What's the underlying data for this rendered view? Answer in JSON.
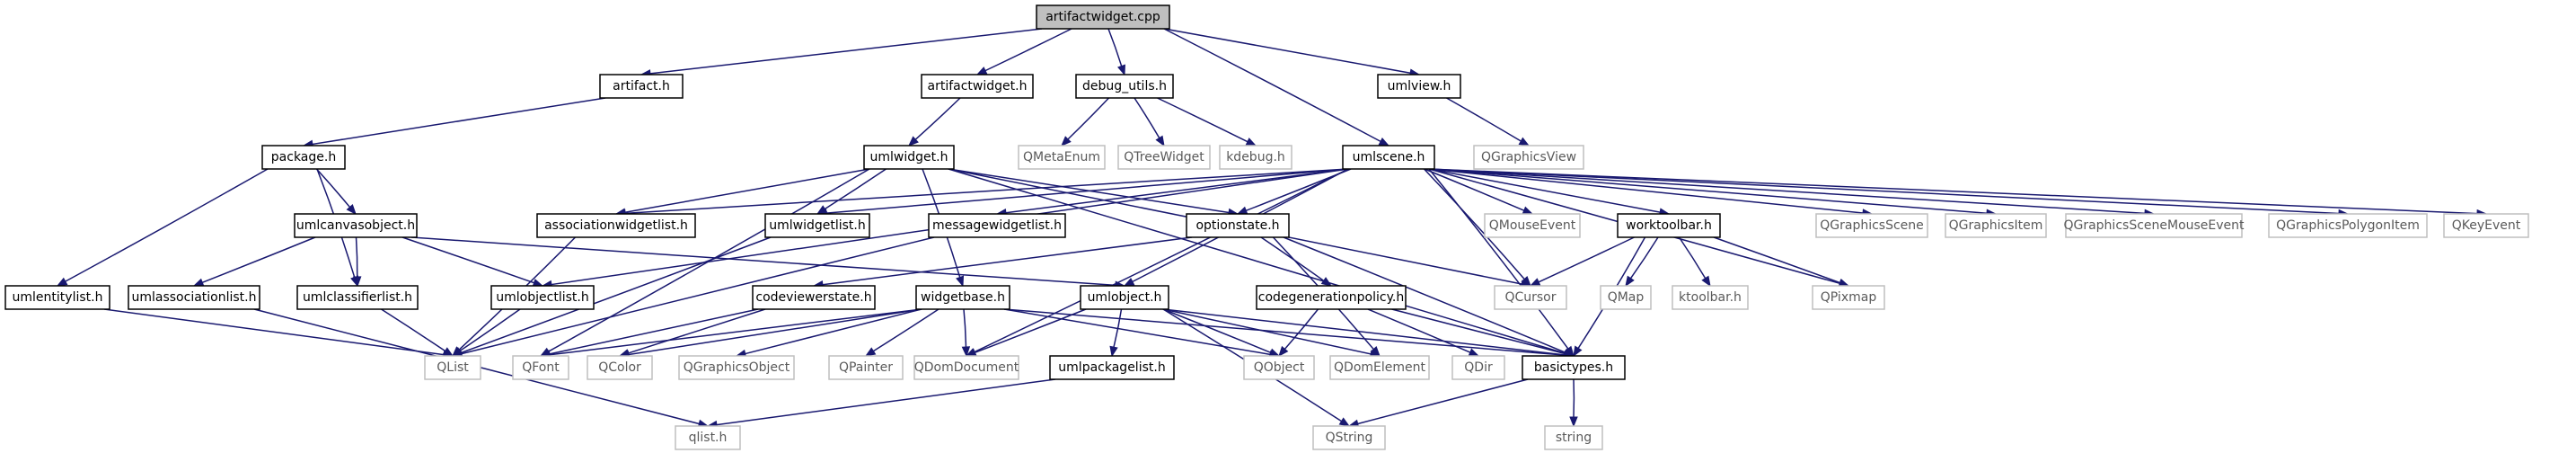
{
  "diagram": {
    "type": "include-dependency-graph",
    "colors": {
      "edge": "#191970",
      "root_fill": "#bfbfbf",
      "internal_border": "#000000",
      "external_border": "#bfbfbf",
      "external_text": "#5a5a5a"
    },
    "nodes": [
      {
        "id": "root",
        "label": "artifactwidget.cpp",
        "kind": "root"
      },
      {
        "id": "artifact_h",
        "label": "artifact.h",
        "kind": "internal"
      },
      {
        "id": "artifactwidget_h",
        "label": "artifactwidget.h",
        "kind": "internal"
      },
      {
        "id": "debug_utils_h",
        "label": "debug_utils.h",
        "kind": "internal"
      },
      {
        "id": "umlview_h",
        "label": "umlview.h",
        "kind": "internal"
      },
      {
        "id": "QMetaEnum",
        "label": "QMetaEnum",
        "kind": "external"
      },
      {
        "id": "QTreeWidget",
        "label": "QTreeWidget",
        "kind": "external"
      },
      {
        "id": "kdebug_h",
        "label": "kdebug.h",
        "kind": "external"
      },
      {
        "id": "QGraphicsView",
        "label": "QGraphicsView",
        "kind": "external"
      },
      {
        "id": "package_h",
        "label": "package.h",
        "kind": "internal"
      },
      {
        "id": "umlwidget_h",
        "label": "umlwidget.h",
        "kind": "internal"
      },
      {
        "id": "umlscene_h",
        "label": "umlscene.h",
        "kind": "internal"
      },
      {
        "id": "umlcanvasobject_h",
        "label": "umlcanvasobject.h",
        "kind": "internal"
      },
      {
        "id": "associationwidgetlist_h",
        "label": "associationwidgetlist.h",
        "kind": "internal"
      },
      {
        "id": "umlwidgetlist_h",
        "label": "umlwidgetlist.h",
        "kind": "internal"
      },
      {
        "id": "messagewidgetlist_h",
        "label": "messagewidgetlist.h",
        "kind": "internal"
      },
      {
        "id": "optionstate_h",
        "label": "optionstate.h",
        "kind": "internal"
      },
      {
        "id": "QMouseEvent",
        "label": "QMouseEvent",
        "kind": "external"
      },
      {
        "id": "worktoolbar_h",
        "label": "worktoolbar.h",
        "kind": "internal"
      },
      {
        "id": "QGraphicsScene",
        "label": "QGraphicsScene",
        "kind": "external"
      },
      {
        "id": "QGraphicsItem",
        "label": "QGraphicsItem",
        "kind": "external"
      },
      {
        "id": "QGraphicsSceneMouseEvent",
        "label": "QGraphicsSceneMouseEvent",
        "kind": "external"
      },
      {
        "id": "QGraphicsPolygonItem",
        "label": "QGraphicsPolygonItem",
        "kind": "external"
      },
      {
        "id": "QKeyEvent",
        "label": "QKeyEvent",
        "kind": "external"
      },
      {
        "id": "umlentitylist_h",
        "label": "umlentitylist.h",
        "kind": "internal"
      },
      {
        "id": "umlassociationlist_h",
        "label": "umlassociationlist.h",
        "kind": "internal"
      },
      {
        "id": "umlclassifierlist_h",
        "label": "umlclassifierlist.h",
        "kind": "internal"
      },
      {
        "id": "umlobjectlist_h",
        "label": "umlobjectlist.h",
        "kind": "internal"
      },
      {
        "id": "codeviewerstate_h",
        "label": "codeviewerstate.h",
        "kind": "internal"
      },
      {
        "id": "widgetbase_h",
        "label": "widgetbase.h",
        "kind": "internal"
      },
      {
        "id": "umlobject_h",
        "label": "umlobject.h",
        "kind": "internal"
      },
      {
        "id": "codegenerationpolicy_h",
        "label": "codegenerationpolicy.h",
        "kind": "internal"
      },
      {
        "id": "QCursor",
        "label": "QCursor",
        "kind": "external"
      },
      {
        "id": "QMap",
        "label": "QMap",
        "kind": "external"
      },
      {
        "id": "ktoolbar_h",
        "label": "ktoolbar.h",
        "kind": "external"
      },
      {
        "id": "QPixmap",
        "label": "QPixmap",
        "kind": "external"
      },
      {
        "id": "QList",
        "label": "QList",
        "kind": "external"
      },
      {
        "id": "QFont",
        "label": "QFont",
        "kind": "external"
      },
      {
        "id": "QColor",
        "label": "QColor",
        "kind": "external"
      },
      {
        "id": "QGraphicsObject",
        "label": "QGraphicsObject",
        "kind": "external"
      },
      {
        "id": "QPainter",
        "label": "QPainter",
        "kind": "external"
      },
      {
        "id": "QDomDocument",
        "label": "QDomDocument",
        "kind": "external"
      },
      {
        "id": "QObject",
        "label": "QObject",
        "kind": "external"
      },
      {
        "id": "QDomElement",
        "label": "QDomElement",
        "kind": "external"
      },
      {
        "id": "QDir",
        "label": "QDir",
        "kind": "external"
      },
      {
        "id": "basictypes_h",
        "label": "basictypes.h",
        "kind": "internal"
      },
      {
        "id": "umlpackagelist_h",
        "label": "umlpackagelist.h",
        "kind": "internal"
      },
      {
        "id": "qlist_h",
        "label": "qlist.h",
        "kind": "external"
      },
      {
        "id": "QString",
        "label": "QString",
        "kind": "external"
      },
      {
        "id": "string",
        "label": "string",
        "kind": "external"
      }
    ],
    "edges": [
      [
        "root",
        "artifact_h"
      ],
      [
        "root",
        "artifactwidget_h"
      ],
      [
        "root",
        "debug_utils_h"
      ],
      [
        "root",
        "umlview_h"
      ],
      [
        "root",
        "umlscene_h"
      ],
      [
        "artifact_h",
        "package_h"
      ],
      [
        "artifactwidget_h",
        "umlwidget_h"
      ],
      [
        "debug_utils_h",
        "QMetaEnum"
      ],
      [
        "debug_utils_h",
        "QTreeWidget"
      ],
      [
        "debug_utils_h",
        "kdebug_h"
      ],
      [
        "umlview_h",
        "QGraphicsView"
      ],
      [
        "package_h",
        "umlcanvasobject_h"
      ],
      [
        "package_h",
        "umlentitylist_h"
      ],
      [
        "package_h",
        "umlclassifierlist_h"
      ],
      [
        "umlcanvasobject_h",
        "umlassociationlist_h"
      ],
      [
        "umlcanvasobject_h",
        "umlclassifierlist_h"
      ],
      [
        "umlcanvasobject_h",
        "umlobjectlist_h"
      ],
      [
        "umlcanvasobject_h",
        "umlobject_h"
      ],
      [
        "umlwidget_h",
        "associationwidgetlist_h"
      ],
      [
        "umlwidget_h",
        "umlwidgetlist_h"
      ],
      [
        "umlwidget_h",
        "optionstate_h"
      ],
      [
        "umlwidget_h",
        "widgetbase_h"
      ],
      [
        "umlwidget_h",
        "QFont"
      ],
      [
        "umlwidget_h",
        "basictypes_h"
      ],
      [
        "umlwidget_h",
        "QCursor"
      ],
      [
        "umlscene_h",
        "associationwidgetlist_h"
      ],
      [
        "umlscene_h",
        "umlwidgetlist_h"
      ],
      [
        "umlscene_h",
        "messagewidgetlist_h"
      ],
      [
        "umlscene_h",
        "optionstate_h"
      ],
      [
        "umlscene_h",
        "QMouseEvent"
      ],
      [
        "umlscene_h",
        "worktoolbar_h"
      ],
      [
        "umlscene_h",
        "QGraphicsScene"
      ],
      [
        "umlscene_h",
        "QGraphicsItem"
      ],
      [
        "umlscene_h",
        "QGraphicsSceneMouseEvent"
      ],
      [
        "umlscene_h",
        "QGraphicsPolygonItem"
      ],
      [
        "umlscene_h",
        "QKeyEvent"
      ],
      [
        "umlscene_h",
        "umlobjectlist_h"
      ],
      [
        "umlscene_h",
        "umlobject_h"
      ],
      [
        "umlscene_h",
        "QDomDocument"
      ],
      [
        "umlscene_h",
        "QPixmap"
      ],
      [
        "umlscene_h",
        "basictypes_h"
      ],
      [
        "umlscene_h",
        "QCursor"
      ],
      [
        "associationwidgetlist_h",
        "QList"
      ],
      [
        "umlwidgetlist_h",
        "QList"
      ],
      [
        "messagewidgetlist_h",
        "QList"
      ],
      [
        "optionstate_h",
        "codeviewerstate_h"
      ],
      [
        "optionstate_h",
        "codegenerationpolicy_h"
      ],
      [
        "optionstate_h",
        "basictypes_h"
      ],
      [
        "optionstate_h",
        "QDomElement"
      ],
      [
        "worktoolbar_h",
        "QCursor"
      ],
      [
        "worktoolbar_h",
        "QMap"
      ],
      [
        "worktoolbar_h",
        "ktoolbar_h"
      ],
      [
        "worktoolbar_h",
        "QPixmap"
      ],
      [
        "worktoolbar_h",
        "basictypes_h"
      ],
      [
        "umlentitylist_h",
        "QList"
      ],
      [
        "umlassociationlist_h",
        "qlist_h"
      ],
      [
        "umlclassifierlist_h",
        "QList"
      ],
      [
        "umlobjectlist_h",
        "QList"
      ],
      [
        "codeviewerstate_h",
        "QColor"
      ],
      [
        "codeviewerstate_h",
        "QFont"
      ],
      [
        "widgetbase_h",
        "QColor"
      ],
      [
        "widgetbase_h",
        "QFont"
      ],
      [
        "widgetbase_h",
        "QGraphicsObject"
      ],
      [
        "widgetbase_h",
        "QPainter"
      ],
      [
        "widgetbase_h",
        "QDomDocument"
      ],
      [
        "widgetbase_h",
        "QObject"
      ],
      [
        "widgetbase_h",
        "basictypes_h"
      ],
      [
        "umlobject_h",
        "umlpackagelist_h"
      ],
      [
        "umlobject_h",
        "QDomDocument"
      ],
      [
        "umlobject_h",
        "QObject"
      ],
      [
        "umlobject_h",
        "QDomElement"
      ],
      [
        "umlobject_h",
        "basictypes_h"
      ],
      [
        "umlobject_h",
        "QString"
      ],
      [
        "codegenerationpolicy_h",
        "QObject"
      ],
      [
        "codegenerationpolicy_h",
        "QDir"
      ],
      [
        "codegenerationpolicy_h",
        "basictypes_h"
      ],
      [
        "umlpackagelist_h",
        "qlist_h"
      ],
      [
        "basictypes_h",
        "QString"
      ],
      [
        "basictypes_h",
        "string"
      ]
    ]
  }
}
